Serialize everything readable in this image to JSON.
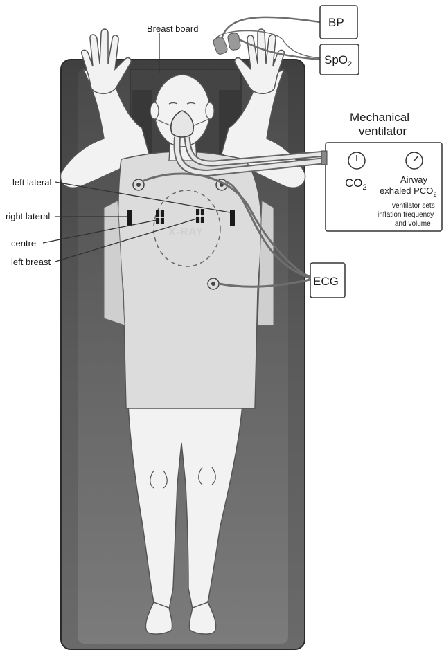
{
  "labels": {
    "breast_board": "Breast board",
    "left_lateral": "left lateral",
    "right_lateral": "right lateral",
    "centre": "centre",
    "left_breast": "left breast",
    "xray": "X-RAY"
  },
  "devices": {
    "bp": "BP",
    "spo2_main": "SpO",
    "spo2_sub": "2",
    "ecg": "ECG"
  },
  "ventilator": {
    "title_line1": "Mechanical",
    "title_line2": "ventilator",
    "co2_main": "CO",
    "co2_sub": "2",
    "airway_line1": "Airway",
    "airway_line2_main": "exhaled PCO",
    "airway_line2_sub": "2",
    "note_line1": "ventilator sets",
    "note_line2": "inflation frequency",
    "note_line3": "and volume"
  },
  "colors": {
    "table_top": "#3a3a3a",
    "table_bottom": "#6b6b6b",
    "skin": "#f2f2f2",
    "gown": "#dcdcdc",
    "outline": "#555555",
    "cable": "#6e6e6e"
  }
}
